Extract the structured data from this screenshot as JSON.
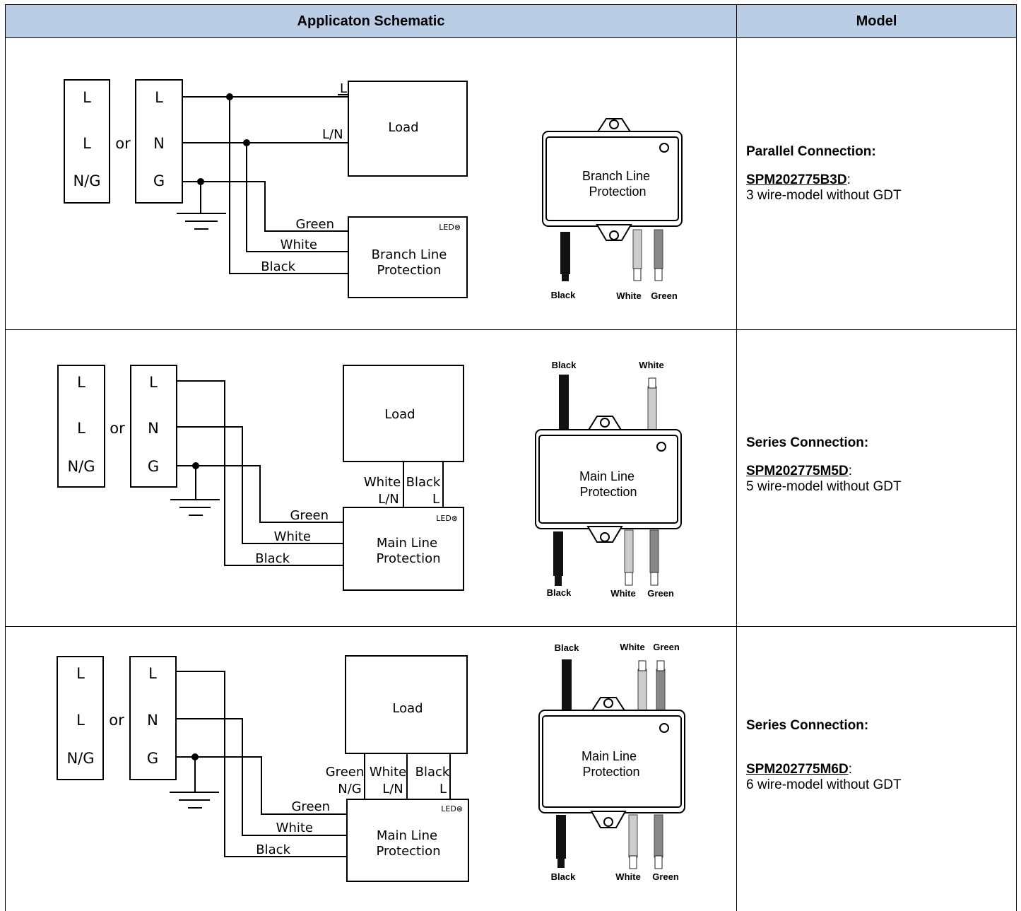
{
  "header": {
    "schematic_title": "Applicaton Schematic",
    "model_title": "Model"
  },
  "rows": [
    {
      "connection": "Parallel Connection:",
      "part_number": "SPM202775B3D",
      "part_suffix": ":",
      "description": "3 wire-model without GDT",
      "schematic": {
        "source_left": [
          "L",
          "L",
          "N/G"
        ],
        "or_label": "or",
        "source_right": [
          "L",
          "N",
          "G"
        ],
        "load_label": "Load",
        "load_terminals": [
          "L",
          "L/N"
        ],
        "protector_label": [
          "Branch Line",
          "Protection"
        ],
        "led_label": "LED⊗",
        "wire_labels": [
          "Green",
          "White",
          "Black"
        ]
      },
      "device": {
        "label": [
          "Branch Line",
          "Protection"
        ],
        "wires": [
          "Black",
          "White",
          "Green"
        ]
      }
    },
    {
      "connection": "Series Connection:",
      "part_number": "SPM202775M5D",
      "part_suffix": ":",
      "description": "5 wire-model without GDT",
      "schematic": {
        "source_left": [
          "L",
          "L",
          "N/G"
        ],
        "or_label": "or",
        "source_right": [
          "L",
          "N",
          "G"
        ],
        "load_label": "Load",
        "load_wires": [
          "White",
          "Black"
        ],
        "load_terminals": [
          "L/N",
          "L"
        ],
        "protector_label": [
          "Main Line",
          "Protection"
        ],
        "led_label": "LED⊗",
        "wire_labels": [
          "Green",
          "White",
          "Black"
        ]
      },
      "device": {
        "label": [
          "Main Line",
          "Protection"
        ],
        "top_wires": [
          "Black",
          "White"
        ],
        "wires": [
          "Black",
          "White",
          "Green"
        ]
      }
    },
    {
      "connection": "Series Connection:",
      "part_number": "SPM202775M6D",
      "part_suffix": ":",
      "description": "6 wire-model without GDT",
      "schematic": {
        "source_left": [
          "L",
          "L",
          "N/G"
        ],
        "or_label": "or",
        "source_right": [
          "L",
          "N",
          "G"
        ],
        "load_label": "Load",
        "load_wires": [
          "Green",
          "White",
          "Black"
        ],
        "load_terminals": [
          "N/G",
          "L/N",
          "L"
        ],
        "protector_label": [
          "Main Line",
          "Protection"
        ],
        "led_label": "LED⊗",
        "wire_labels": [
          "Green",
          "White",
          "Black"
        ]
      },
      "device": {
        "label": [
          "Main Line",
          "Protection"
        ],
        "top_wires": [
          "Black",
          "White",
          "Green"
        ],
        "wires": [
          "Black",
          "White",
          "Green"
        ]
      }
    }
  ]
}
